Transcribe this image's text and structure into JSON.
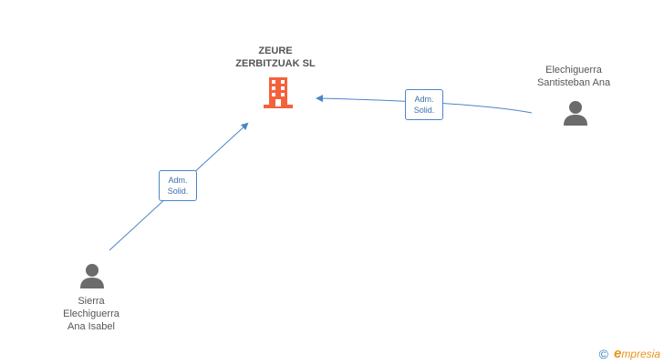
{
  "company": {
    "name_line1": "ZEURE",
    "name_line2": "ZERBITZUAK SL",
    "icon": "building-icon",
    "color": "#f4623a"
  },
  "persons": [
    {
      "name_lines": [
        "Elechiguerra",
        "Santisteban Ana"
      ],
      "icon": "person-icon"
    },
    {
      "name_lines": [
        "Sierra",
        "Elechiguerra",
        "Ana Isabel"
      ],
      "icon": "person-icon"
    }
  ],
  "edges": [
    {
      "label_line1": "Adm.",
      "label_line2": "Solid."
    },
    {
      "label_line1": "Adm.",
      "label_line2": "Solid."
    }
  ],
  "watermark": {
    "copyright": "©",
    "brand": "mpresia",
    "brand_initial": "e"
  },
  "colors": {
    "edge": "#4a86c8",
    "person": "#6b6b6b"
  }
}
